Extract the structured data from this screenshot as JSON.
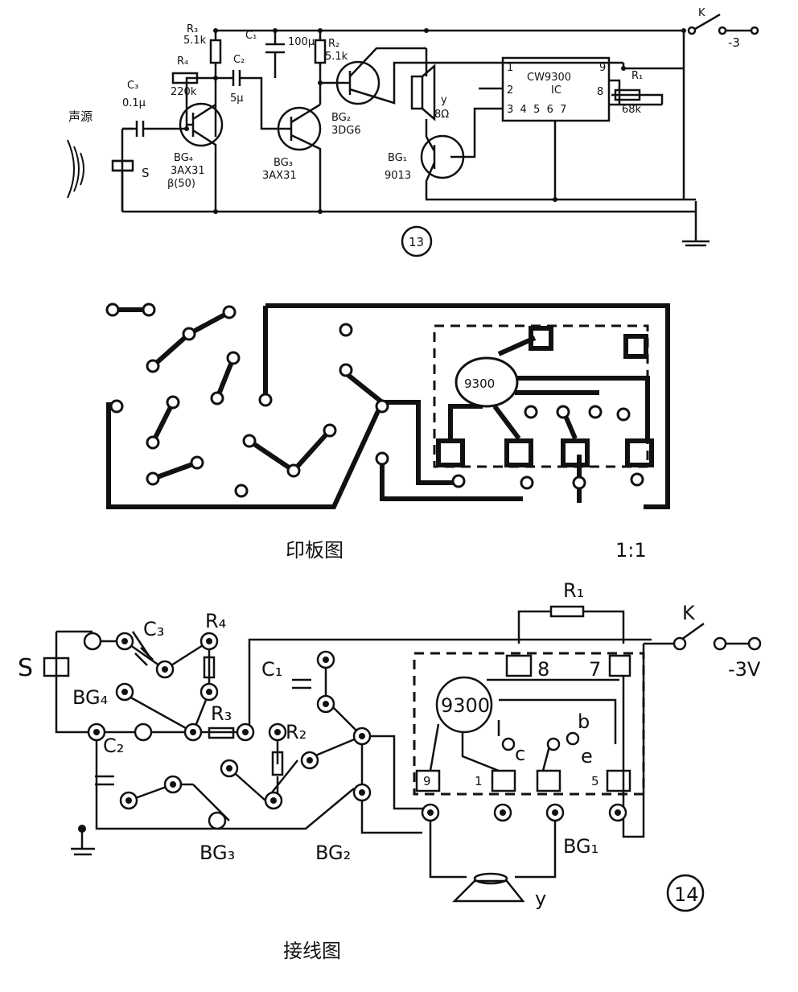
{
  "fig13": {
    "number": "13",
    "source_label": "声源",
    "switch_label": "K",
    "supply_label": "-3",
    "c3": {
      "name": "C₃",
      "value": "0.1μ"
    },
    "r4": {
      "name": "R₄",
      "value": "220k"
    },
    "r3": {
      "name": "R₃",
      "value": "5.1k"
    },
    "c2": {
      "name": "C₂",
      "value": "5μ"
    },
    "c1": {
      "name": "C₁",
      "value": "100μ"
    },
    "r2": {
      "name": "R₂",
      "value": "5.1k"
    },
    "r1": {
      "name": "R₁",
      "value": "68k"
    },
    "s": "S",
    "bg4": {
      "name": "BG₄",
      "type": "3AX31",
      "beta": "β(50)"
    },
    "bg3": {
      "name": "BG₃",
      "type": "3AX31"
    },
    "bg2": {
      "name": "BG₂",
      "type": "3DG6"
    },
    "bg1": {
      "name": "BG₁",
      "type": "9013"
    },
    "speaker": {
      "name": "y",
      "value": "8Ω"
    },
    "ic": {
      "name": "CW9300",
      "sub": "IC",
      "pins_top": "1",
      "pins_9": "9",
      "pin2": "2",
      "pin8": "8",
      "pins_bottom": "3  4  5  6  7"
    }
  },
  "pcb": {
    "chip": "9300",
    "caption": "印板图",
    "scale": "1:1"
  },
  "fig14": {
    "number": "14",
    "caption": "接线图",
    "s": "S",
    "c3": "C₃",
    "r4": "R₄",
    "c1": "C₁",
    "r3": "R₃",
    "r2": "R₂",
    "c2": "C₂",
    "bg4": "BG₄",
    "bg3": "BG₃",
    "bg2": "BG₂",
    "bg1": "BG₁",
    "r1": "R₁",
    "k": "K",
    "supply": "-3V",
    "chip": "9300",
    "pin8": "8",
    "pin7": "7",
    "pin9": "9",
    "pin1": "1",
    "pin5": "5",
    "b": "b",
    "c": "c",
    "e": "e",
    "y": "y"
  }
}
